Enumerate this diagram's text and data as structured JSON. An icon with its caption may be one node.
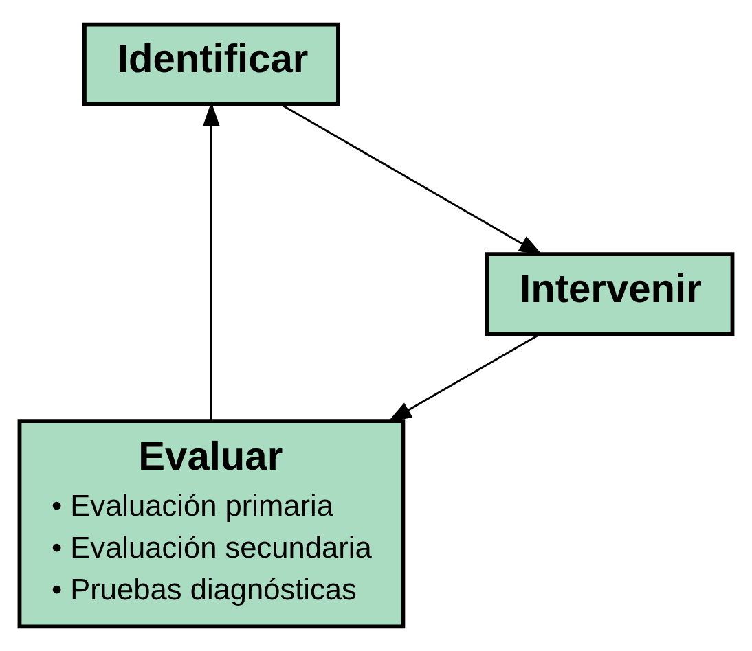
{
  "diagram": {
    "nodes": [
      {
        "text": [
          "Evaluar",
          "• Evaluación primaria",
          "• Evaluación secundaria",
          "• Pruebas diagnósticas"
        ]
      },
      {
        "text": [
          "Intervenir"
        ]
      },
      {
        "text": [
          "Identificar"
        ]
      }
    ],
    "edges": [
      {
        "from": 0,
        "to": 2,
        "arrow": "to"
      },
      {
        "from": 2,
        "to": 1,
        "arrow": "to"
      },
      {
        "from": 1,
        "to": 0,
        "arrow": "to"
      }
    ]
  }
}
